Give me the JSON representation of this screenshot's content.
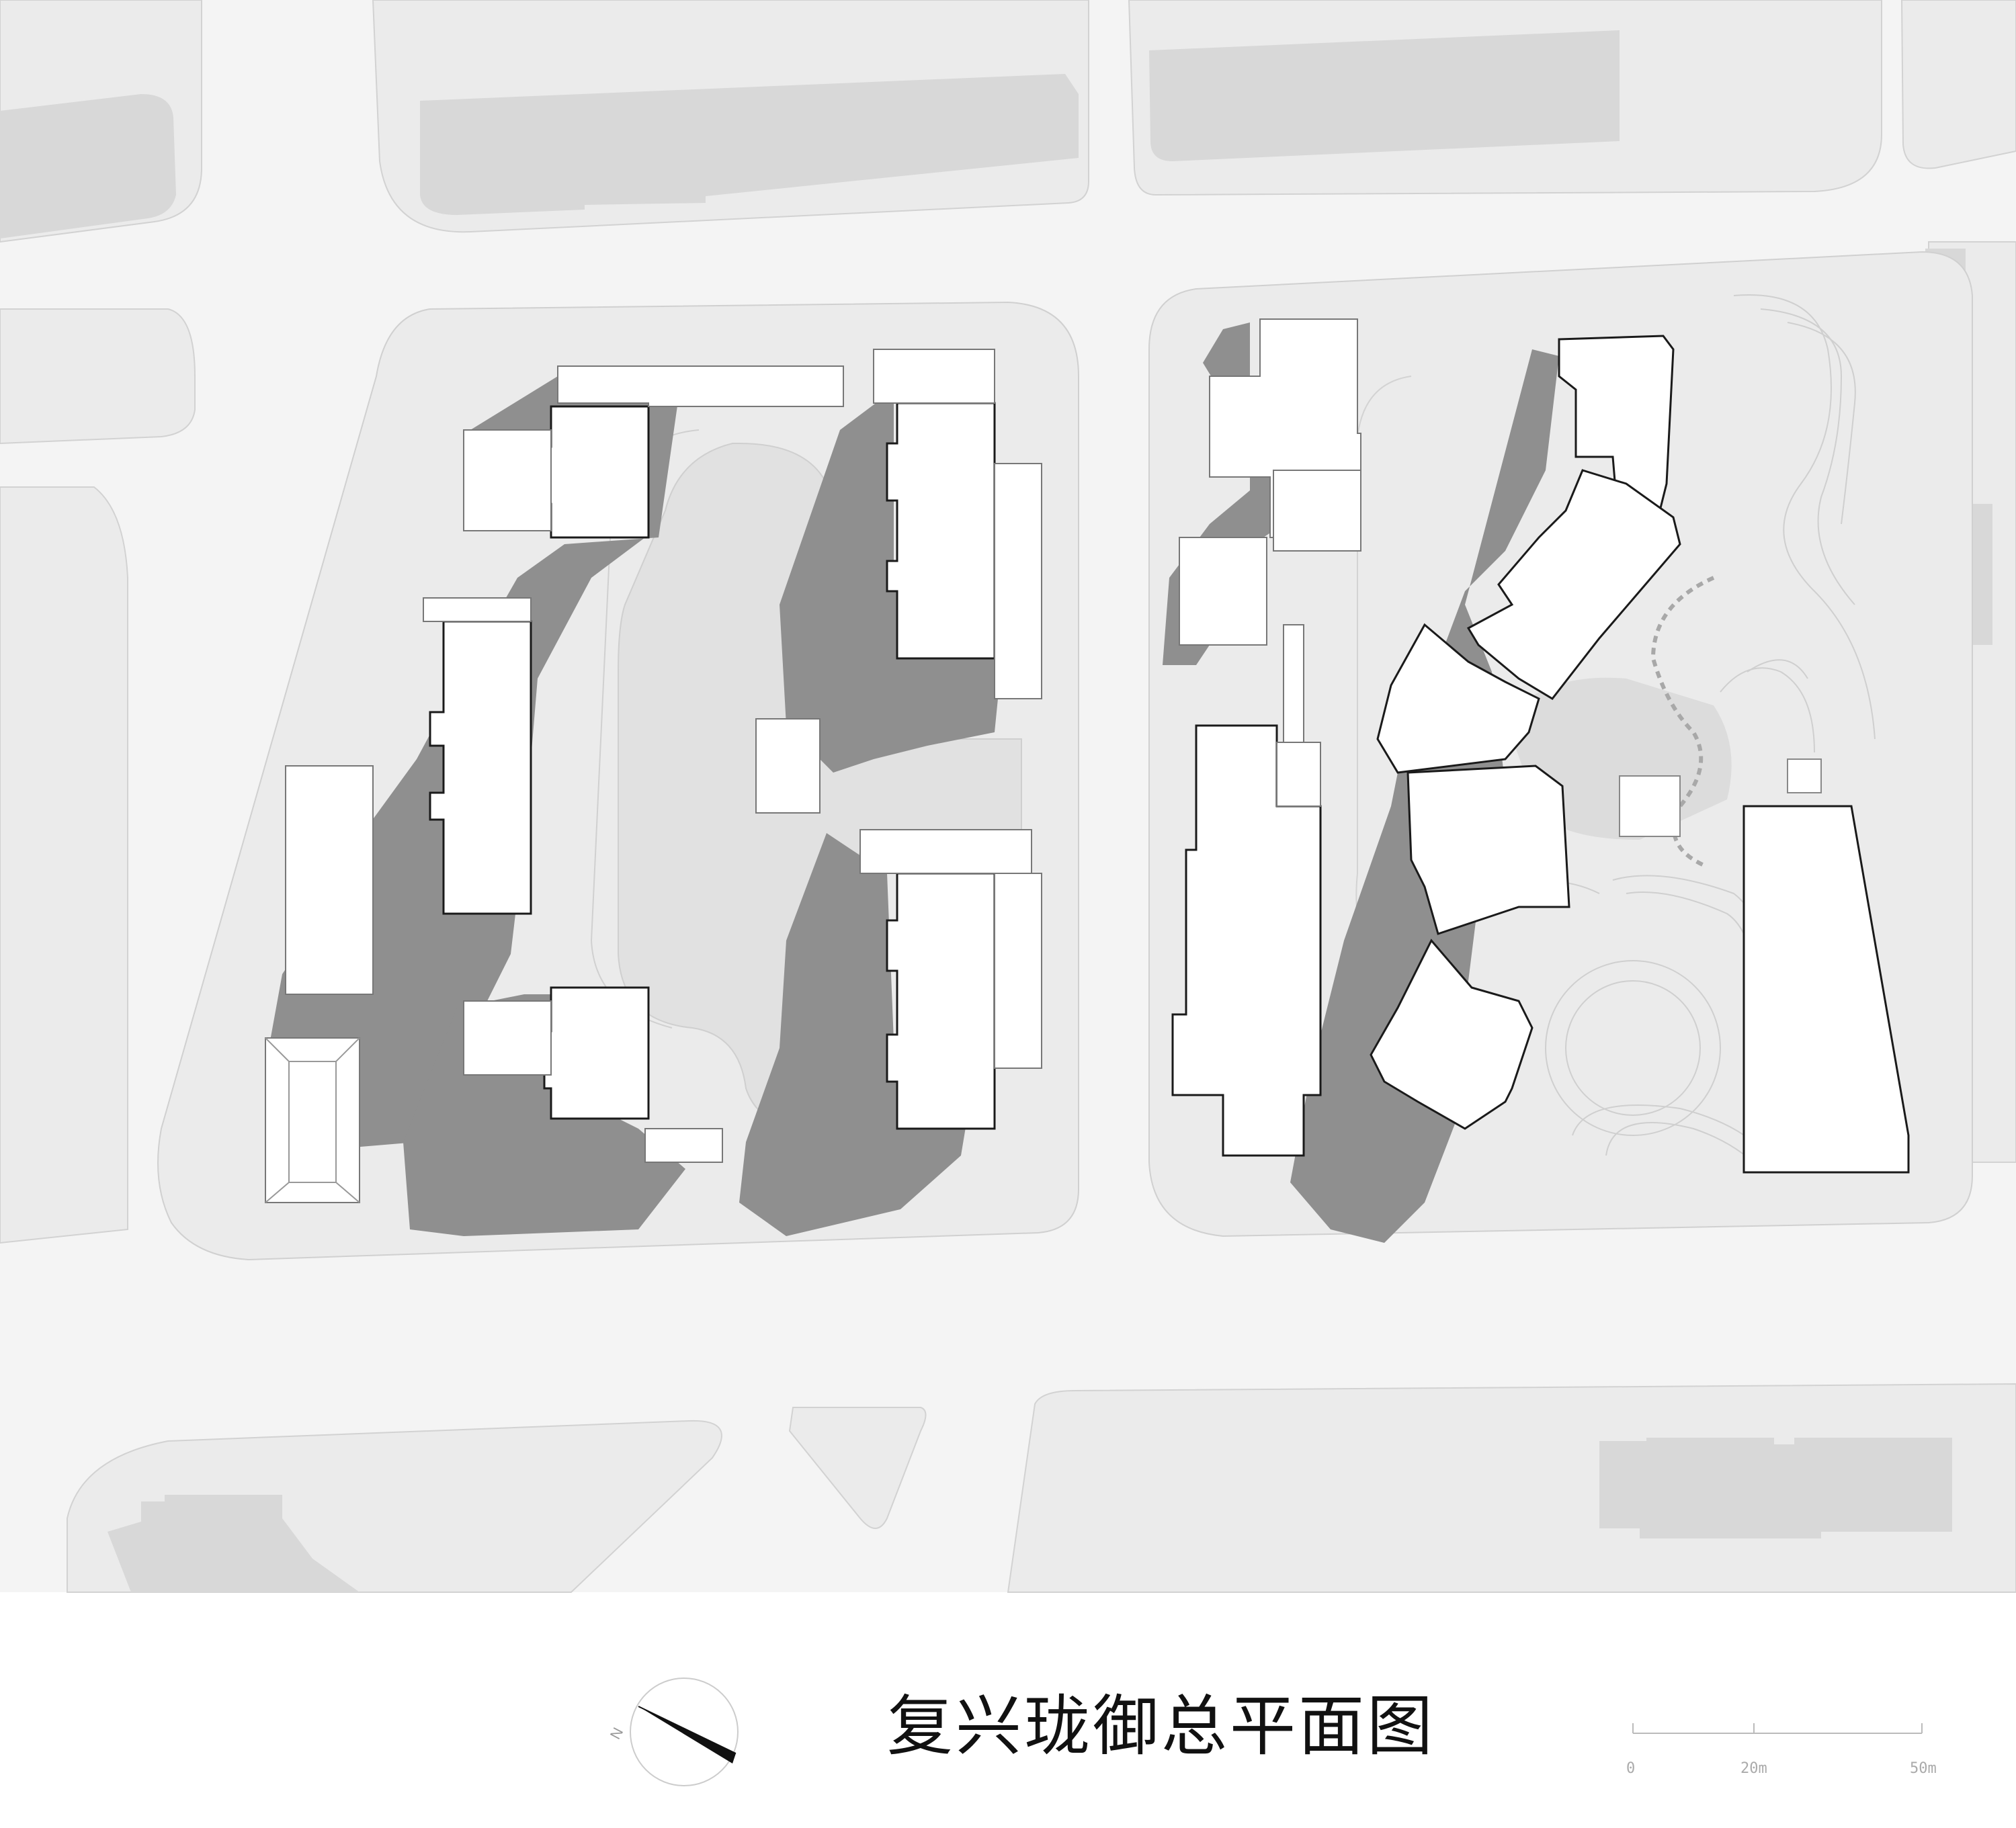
{
  "title": "复兴珑御总平面图",
  "north_arrow": {
    "label": "N",
    "icon": "north-arrow-icon"
  },
  "scale_bar": {
    "ticks": [
      "0",
      "20m",
      "50m"
    ]
  },
  "colors": {
    "road": "#f4f4f4",
    "block": "#ebebeb",
    "courtyard": "#e3e3e3",
    "context_building": "#d8d8d8",
    "building_roof": "#ffffff",
    "building_outline": "#1a1a1a",
    "shadow": "#8f8f8f",
    "plaza": "#dcdcdc"
  }
}
